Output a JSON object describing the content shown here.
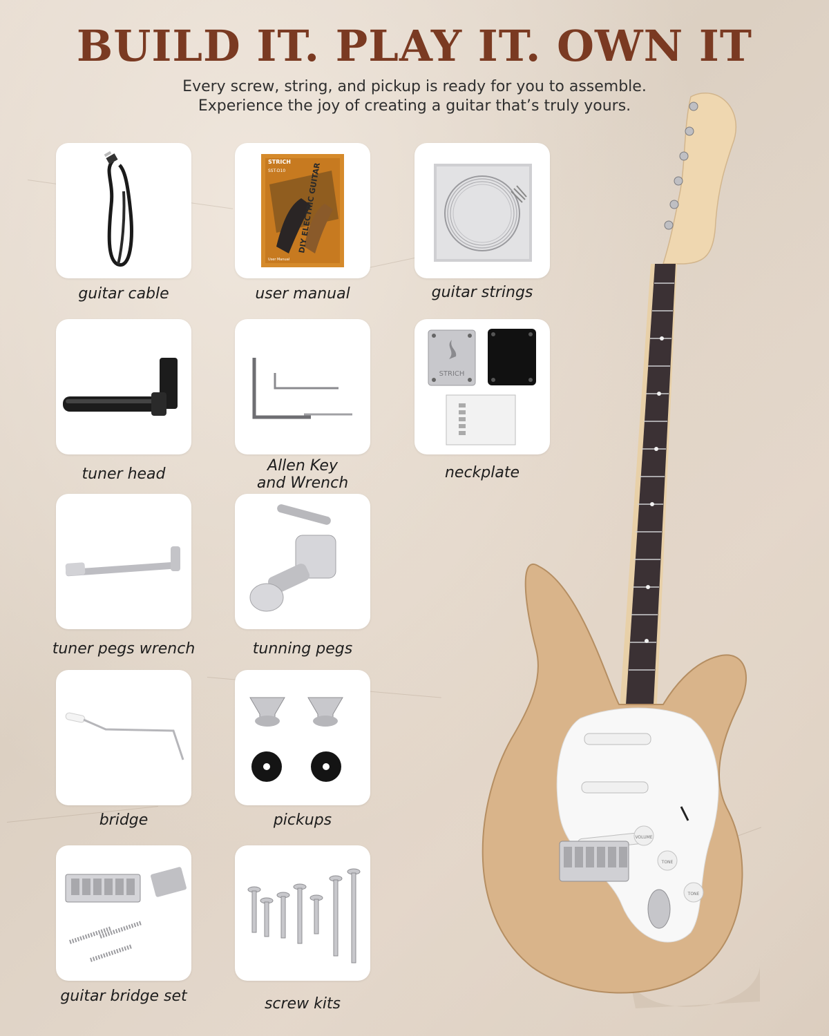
{
  "header": {
    "title": "BUILD IT. PLAY IT. OWN IT",
    "subtitle_line1": "Every screw, string, and pickup is ready for you to assemble.",
    "subtitle_line2": "Experience the joy of creating a guitar that’s truly yours."
  },
  "items": {
    "guitar_cable": "guitar cable",
    "user_manual": "user manual",
    "guitar_strings": "guitar strings",
    "tuner_head": "tuner head",
    "allen_key_line1": "Allen Key",
    "allen_key_line2": "and Wrench",
    "neckplate": "neckplate",
    "tuner_pegs_wrench": "tuner pegs wrench",
    "tunning_pegs": "tunning pegs",
    "bridge": "bridge",
    "pickups": "pickups",
    "guitar_bridge_set": "guitar bridge set",
    "screw_kits": "screw kits"
  },
  "manual_cover": {
    "brand": "STRICH",
    "model": "SST-D10",
    "title": "DIY ELECTRIC GUITAR",
    "footer": "User Manual"
  },
  "neckplate_brand": "STRICH",
  "guitar_knobs": {
    "volume": "VOLUME",
    "tone1": "TONE",
    "tone2": "TONE"
  },
  "colors": {
    "title": "#7a3a22",
    "background": "#e0d4c7",
    "wood": "#d9b48a",
    "fretboard": "#3b3134"
  }
}
